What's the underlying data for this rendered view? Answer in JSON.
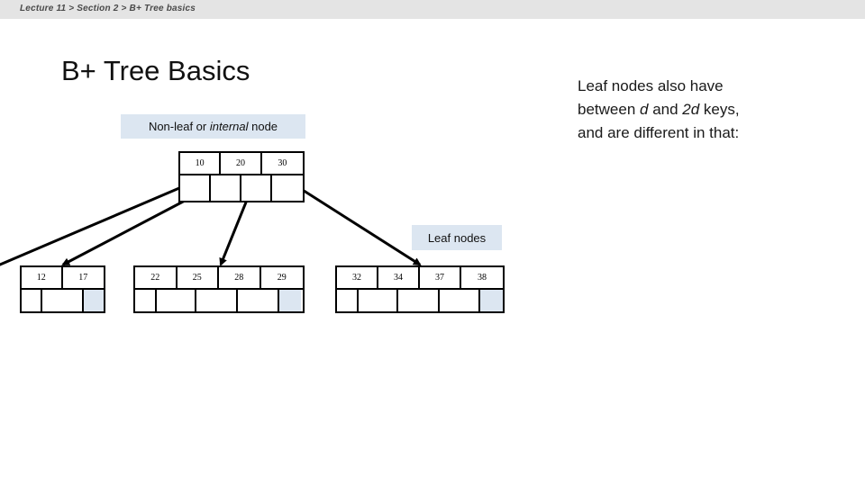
{
  "breadcrumb": {
    "text": "Lecture 11 > Section 2 > B+ Tree basics"
  },
  "slide": {
    "title": "B+ Tree Basics"
  },
  "right_text": {
    "line1": "Leaf nodes also have",
    "line2_pre": "between ",
    "line2_em1": "d",
    "line2_mid": " and ",
    "line2_em2": "2d",
    "line2_post": " keys,",
    "line3": "and are different in that:"
  },
  "callouts": {
    "nonleaf_pre": "Non-leaf or ",
    "nonleaf_em": "internal",
    "nonleaf_post": " node",
    "leaf": "Leaf nodes"
  },
  "colors": {
    "breadcrumb_bar": "#e4e4e4",
    "callout_bg": "#dce6f1",
    "next_pointer_cell": "#dce6f1",
    "node_border": "#000000",
    "connector": "#000000"
  },
  "tree": {
    "root": {
      "keys": [
        "10",
        "20",
        "30"
      ],
      "pointer_cells": [
        "",
        "",
        "",
        ""
      ]
    },
    "leaves": [
      {
        "keys": [
          "12",
          "17"
        ],
        "pointer_cells": [
          "",
          "",
          ""
        ],
        "next_pointer_index": 2
      },
      {
        "keys": [
          "22",
          "25",
          "28",
          "29"
        ],
        "pointer_cells": [
          "",
          "",
          "",
          "",
          ""
        ],
        "next_pointer_index": 4
      },
      {
        "keys": [
          "32",
          "34",
          "37",
          "38"
        ],
        "pointer_cells": [
          "",
          "",
          "",
          "",
          ""
        ],
        "next_pointer_index": 4
      }
    ]
  }
}
